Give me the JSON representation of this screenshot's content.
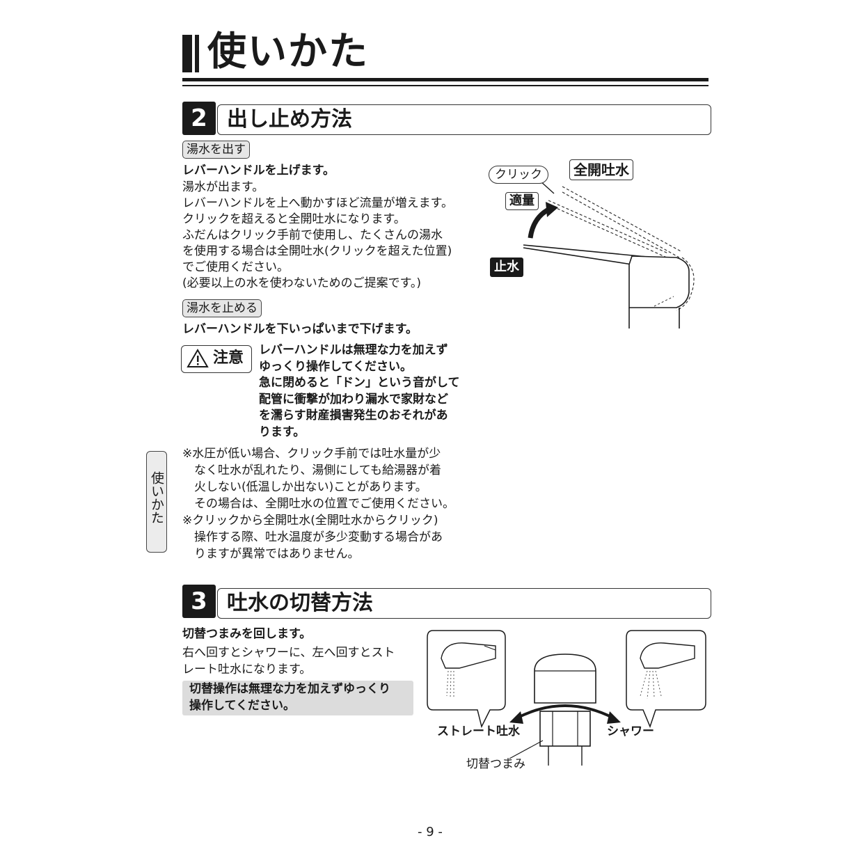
{
  "page": {
    "title": "使いかた",
    "side_tab": "使いかた",
    "page_number": "- 9 -"
  },
  "section2": {
    "number": "2",
    "title": "出し止め方法",
    "hot_on_label": "湯水を出す",
    "hot_on_heading": "レバーハンドルを上げます。",
    "hot_on_body": "湯水が出ます。\nレバーハンドルを上へ動かすほど流量が増えます。\nクリックを超えると全開吐水になります。\nふだんはクリック手前で使用し、たくさんの湯水\nを使用する場合は全開吐水(クリックを超えた位置)\nでご使用ください。\n(必要以上の水を使わないためのご提案です。)",
    "hot_off_label": "湯水を止める",
    "hot_off_heading": "レバーハンドルを下いっぱいまで下げます。",
    "caution_label": "注意",
    "caution_text": "レバーハンドルは無理な力を加えず\nゆっくり操作してください。\n急に閉めると「ドン」という音がして\n配管に衝撃が加わり漏水で家財など\nを濡らす財産損害発生のおそれがあ\nります。",
    "note1": "※水圧が低い場合、クリック手前では吐水量が少\n　なく吐水が乱れたり、湯側にしても給湯器が着\n　火しない(低温しか出ない)ことがあります。\n　その場合は、全開吐水の位置でご使用ください。",
    "note2": "※クリックから全開吐水(全開吐水からクリック)\n　操作する際、吐水温度が多少変動する場合があ\n　りますが異常ではありません。",
    "diagram": {
      "click": "クリック",
      "full_open": "全開吐水",
      "moderate": "適量",
      "stop": "止水"
    }
  },
  "section3": {
    "number": "3",
    "title": "吐水の切替方法",
    "heading": "切替つまみを回します。",
    "body": "右へ回すとシャワーに、左へ回すとスト\nレート吐水になります。",
    "warning": "切替操作は無理な力を加えずゆっくり\n操作してください。",
    "diagram": {
      "straight": "ストレート吐水",
      "shower": "シャワー",
      "knob": "切替つまみ"
    }
  }
}
